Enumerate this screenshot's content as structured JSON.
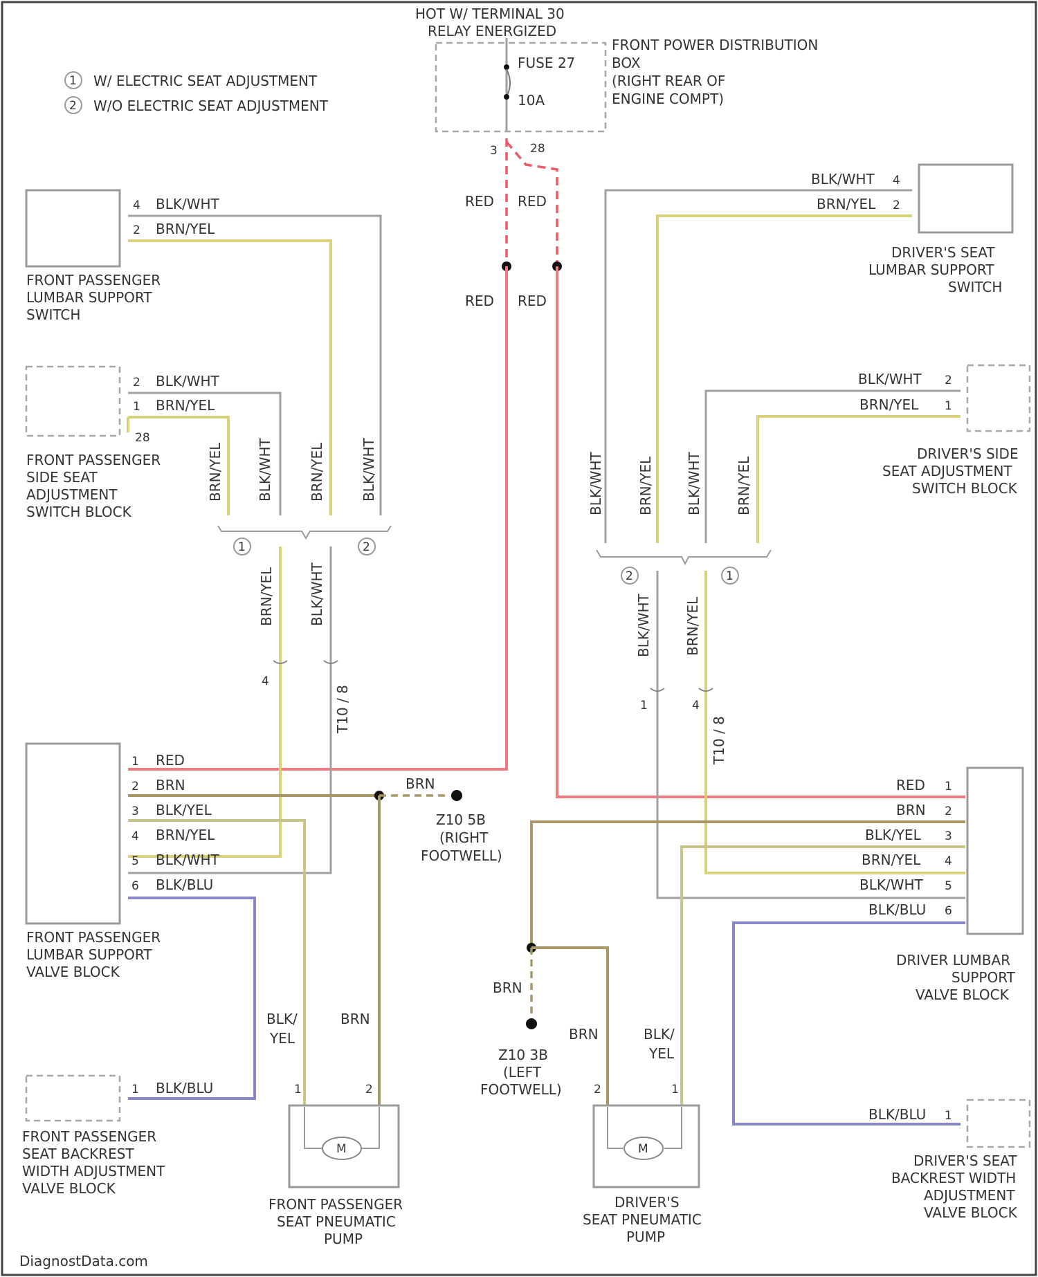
{
  "legend": {
    "item1_num": "1",
    "item1_text": "W/ ELECTRIC SEAT ADJUSTMENT",
    "item2_num": "2",
    "item2_text": "W/O ELECTRIC SEAT ADJUSTMENT"
  },
  "fuse_block": {
    "title_line1": "HOT W/ TERMINAL 30",
    "title_line2": "RELAY ENERGIZED",
    "fuse_name": "FUSE 27",
    "fuse_rating": "10A",
    "box_line1": "FRONT POWER DISTRIBUTION",
    "box_line2": "BOX",
    "box_line3": "(RIGHT REAR OF",
    "box_line4": "ENGINE COMPT)",
    "pin_a": "3",
    "pin_b": "28"
  },
  "wires": {
    "red": "RED",
    "brn": "BRN",
    "blkyel": "BLK/YEL",
    "brnyel": "BRN/YEL",
    "blkwht": "BLK/WHT",
    "blkblu": "BLK/BLU",
    "blk": "BLK/",
    "yel": "YEL"
  },
  "pins": {
    "p1": "1",
    "p2": "2",
    "p3": "3",
    "p4": "4",
    "p5": "5",
    "p6": "6",
    "p28": "28"
  },
  "connectors": {
    "c1": "T10 / 8",
    "c2": "T10 / 8",
    "circ1": "1",
    "circ2": "2"
  },
  "grounds": {
    "right_line1": "Z10 5B",
    "right_line2": "(RIGHT",
    "right_line3": "FOOTWELL)",
    "left_line1": "Z10 3B",
    "left_line2": "(LEFT",
    "left_line3": "FOOTWELL)"
  },
  "components": {
    "fp_lumbar_switch": [
      "FRONT PASSENGER",
      "LUMBAR SUPPORT",
      "SWITCH"
    ],
    "fp_side_switch": [
      "FRONT PASSENGER",
      "SIDE SEAT",
      "ADJUSTMENT",
      "SWITCH BLOCK"
    ],
    "fp_lumbar_valve": [
      "FRONT PASSENGER",
      "LUMBAR SUPPORT",
      "VALVE BLOCK"
    ],
    "fp_backrest_valve": [
      "FRONT PASSENGER",
      "SEAT BACKREST",
      "WIDTH ADJUSTMENT",
      "VALVE BLOCK"
    ],
    "fp_pump": [
      "FRONT PASSENGER",
      "SEAT PNEUMATIC",
      "PUMP"
    ],
    "dr_lumbar_switch": [
      "DRIVER'S SEAT",
      "LUMBAR SUPPORT",
      "SWITCH"
    ],
    "dr_side_switch": [
      "DRIVER'S SIDE",
      "SEAT ADJUSTMENT",
      "SWITCH BLOCK"
    ],
    "dr_lumbar_valve": [
      "DRIVER LUMBAR",
      "SUPPORT",
      "VALVE BLOCK"
    ],
    "dr_backrest_valve": [
      "DRIVER'S SEAT",
      "BACKREST WIDTH",
      "ADJUSTMENT",
      "VALVE BLOCK"
    ],
    "dr_pump": [
      "DRIVER'S",
      "SEAT PNEUMATIC",
      "PUMP"
    ],
    "motor": "M"
  },
  "footer": "DiagnostData.com"
}
